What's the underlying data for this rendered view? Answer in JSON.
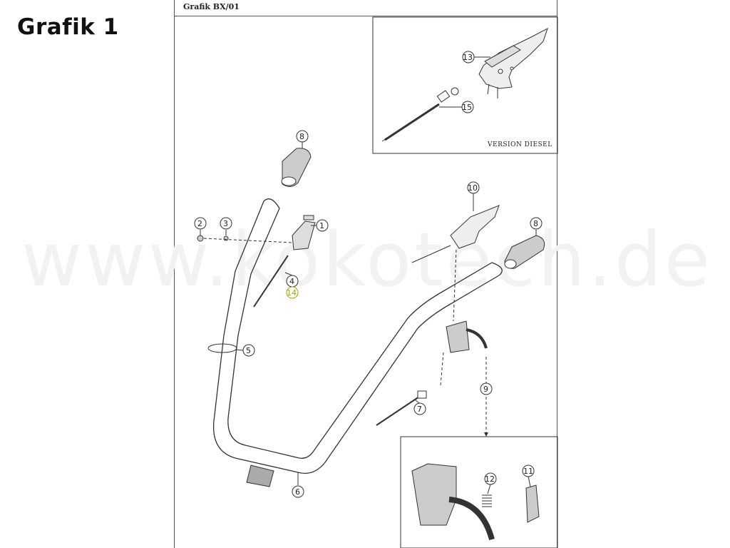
{
  "page_title": "Grafik 1",
  "diagram": {
    "header": "Grafik BX/01",
    "watermark": "www.kokotech.de",
    "inset_top_label": "VERSION DIESEL",
    "callouts": [
      "1",
      "2",
      "3",
      "4",
      "14",
      "5",
      "6",
      "7",
      "8",
      "8",
      "9",
      "10",
      "11",
      "12",
      "13",
      "15"
    ]
  },
  "colors": {
    "line": "#333333",
    "watermark": "#f2f2f2",
    "highlight_callout": "#a8a800"
  }
}
